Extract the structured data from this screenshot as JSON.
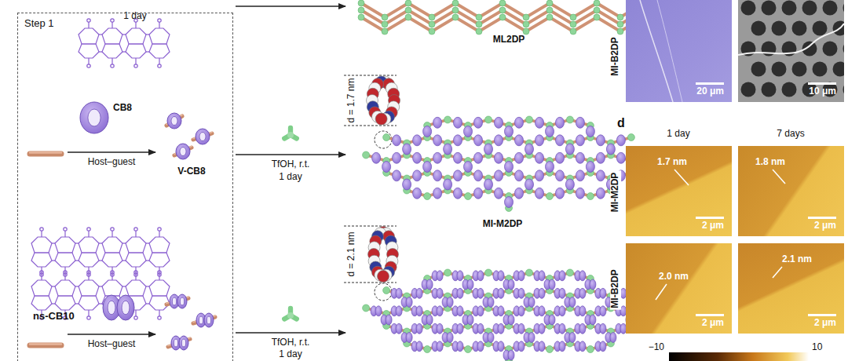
{
  "diagram": {
    "nodes": [
      {
        "text": [
          "Step 1"
        ]
      },
      {
        "text": [
          "20 μm"
        ]
      },
      {
        "text": [
          "10 μm"
        ]
      },
      {
        "text": [
          "1.7 nm",
          "2 μm"
        ]
      },
      {
        "text": [
          "1.8 nm",
          "2 μm"
        ]
      },
      {
        "text": [
          "2.0 nm",
          "2 μm"
        ]
      },
      {
        "text": [
          "2.1 nm",
          "2 μm"
        ]
      }
    ],
    "labels": [
      "1 day",
      "ML2DP",
      "CB8",
      "Host–guest",
      "V-CB8",
      "TfOH, r.t.",
      "1 day",
      "d = 1.7 nm",
      "MI-M2DP",
      "ns-CB10",
      "Host–guest",
      "TfOH, r.t.",
      "1 day",
      "d = 2.1 nm",
      "MI-B2DP",
      "d",
      "1 day",
      "7 days",
      "MI-M2DP",
      "MI-B2DP",
      "−10",
      "10"
    ]
  }
}
